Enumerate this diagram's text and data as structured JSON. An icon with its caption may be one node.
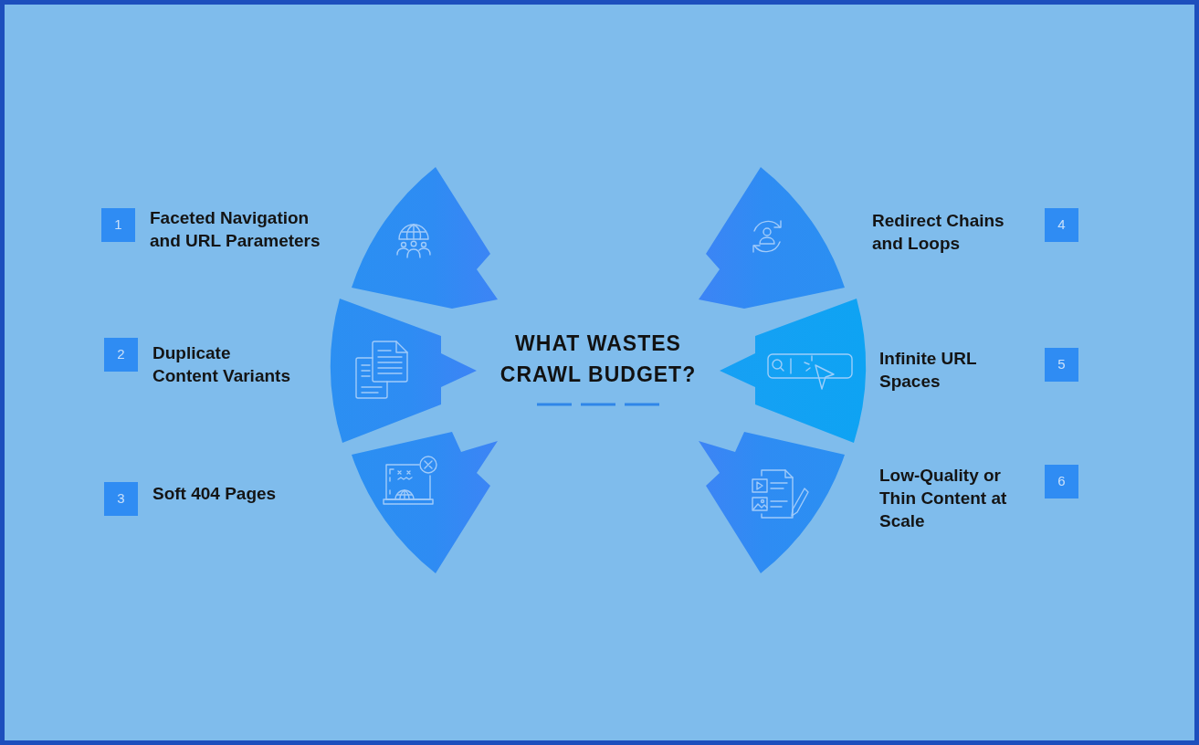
{
  "diagram": {
    "title": "WHAT WASTES CRAWL BUDGET?",
    "nodes": [
      {
        "text": [
          "1"
        ],
        "beside": [
          "Faceted Navigation and URL Parameters"
        ]
      },
      {
        "text": [
          "2"
        ],
        "beside": [
          "Duplicate Content Variants"
        ]
      },
      {
        "text": [
          "3"
        ],
        "beside": [
          "Soft 404 Pages"
        ]
      },
      {
        "text": [
          "4"
        ],
        "beside": [
          "Redirect Chains and Loops"
        ]
      },
      {
        "text": [
          "5"
        ],
        "beside": [
          "Infinite URL Spaces"
        ]
      },
      {
        "text": [
          "6"
        ],
        "beside": [
          "Low-Quality or Thin Content at Scale"
        ]
      }
    ]
  }
}
